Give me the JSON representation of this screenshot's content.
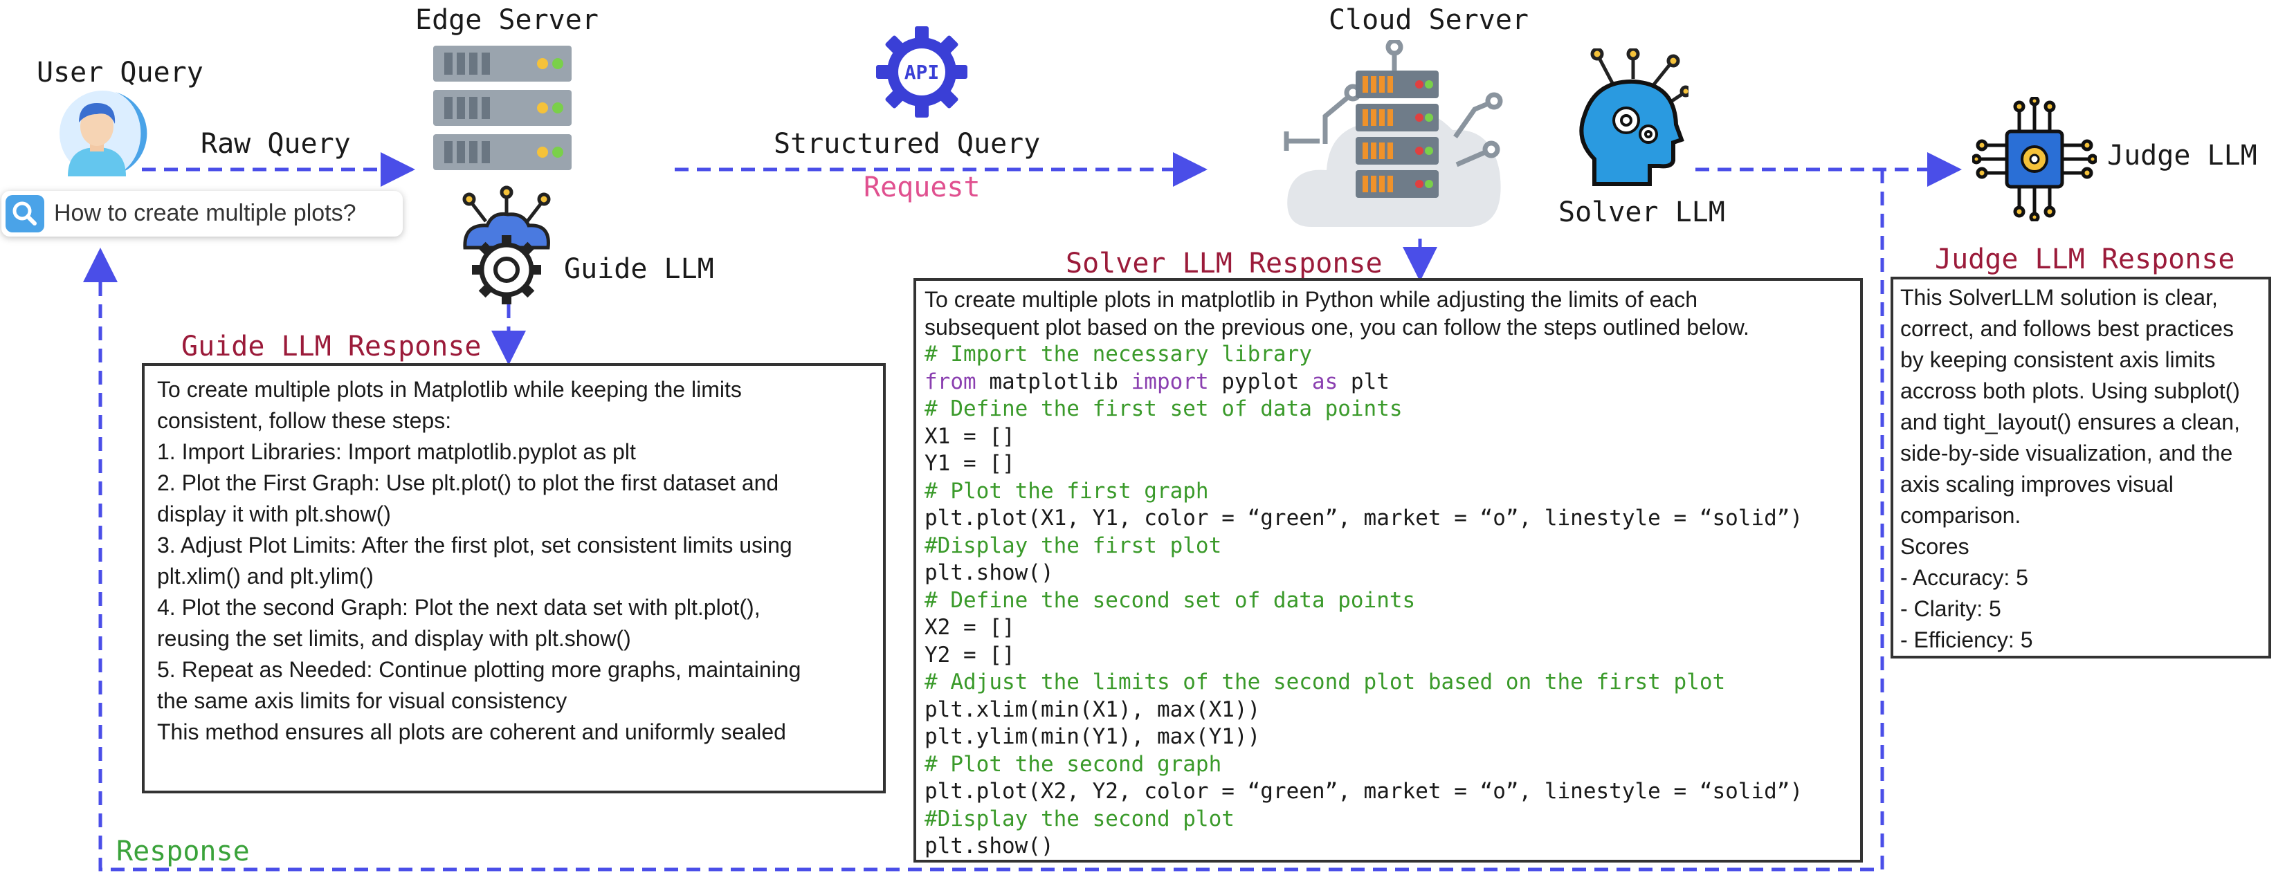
{
  "titles": {
    "user_query": "User Query",
    "edge_server": "Edge Server",
    "cloud_server": "Cloud Server",
    "guide_llm": "Guide LLM",
    "solver_llm": "Solver LLM",
    "judge_llm": "Judge LLM"
  },
  "edge_labels": {
    "raw_query": "Raw Query",
    "structured_query": "Structured Query",
    "request": "Request",
    "response": "Response"
  },
  "api_badge": "API",
  "search": {
    "text": "How to create multiple plots?"
  },
  "guide_response": {
    "heading": "Guide LLM Response",
    "lines": [
      "To create multiple plots in Matplotlib while keeping the limits",
      "consistent, follow these steps:",
      "1. Import Libraries: Import matplotlib.pyplot as plt",
      "2. Plot the First Graph: Use plt.plot() to plot the first dataset and",
      "display it with plt.show()",
      "3. Adjust Plot Limits: After the first plot, set consistent limits using",
      "plt.xlim() and plt.ylim()",
      "4. Plot the second Graph: Plot the next data set with plt.plot(),",
      "reusing the set limits, and display with plt.show()",
      "5. Repeat as Needed: Continue plotting more graphs, maintaining",
      "the same axis limits for visual consistency",
      "This method ensures all plots are coherent and uniformly sealed"
    ]
  },
  "solver_response": {
    "heading": "Solver LLM Response",
    "intro": [
      "To create multiple plots in matplotlib in Python while adjusting the limits of each",
      "subsequent plot based on the previous one, you can follow the steps outlined below."
    ],
    "code": {
      "c1": "# Import the necessary library",
      "import_from": "from",
      "import_mod": " matplotlib ",
      "import_kw": "import",
      "import_mid": " pyplot ",
      "import_as": "as",
      "import_alias": " plt",
      "c2": "# Define the first set of data points",
      "x1": "X1 = []",
      "y1": "Y1 = []",
      "c3": "# Plot the first graph",
      "plot1": "plt.plot(X1, Y1, color = “green”, market = “o”, linestyle = “solid”)",
      "c4": "#Display the first plot",
      "show1": "plt.show()",
      "c5": "# Define the second set of data points",
      "x2": "X2 = []",
      "y2": "Y2 = []",
      "c6": "# Adjust the limits of the second plot based on the first plot",
      "xlim": "plt.xlim(min(X1), max(X1))",
      "ylim": "plt.ylim(min(Y1), max(Y1))",
      "c7": "# Plot the second graph",
      "plot2": "plt.plot(X2, Y2, color = “green”, market = “o”, linestyle = “solid”)",
      "c8": "#Display the second plot",
      "show2": "plt.show()"
    }
  },
  "judge_response": {
    "heading": "Judge LLM Response",
    "lines": [
      "This SolverLLM solution is clear,",
      "correct, and follows best practices",
      "by keeping consistent axis limits",
      "accross both plots. Using subplot()",
      "and tight_layout() ensures a clean,",
      "side-by-side visualization, and the",
      "axis scaling improves visual",
      "comparison.",
      "Scores",
      "- Accuracy: 5",
      "- Clarity: 5",
      "- Efficiency: 5"
    ]
  },
  "colors": {
    "arrow": "#4a4ee8",
    "heading": "#9b1b3a",
    "request": "#e0508f",
    "response": "#3aa23a",
    "comment": "#3a9a2a",
    "keyword": "#8a3fb0"
  }
}
